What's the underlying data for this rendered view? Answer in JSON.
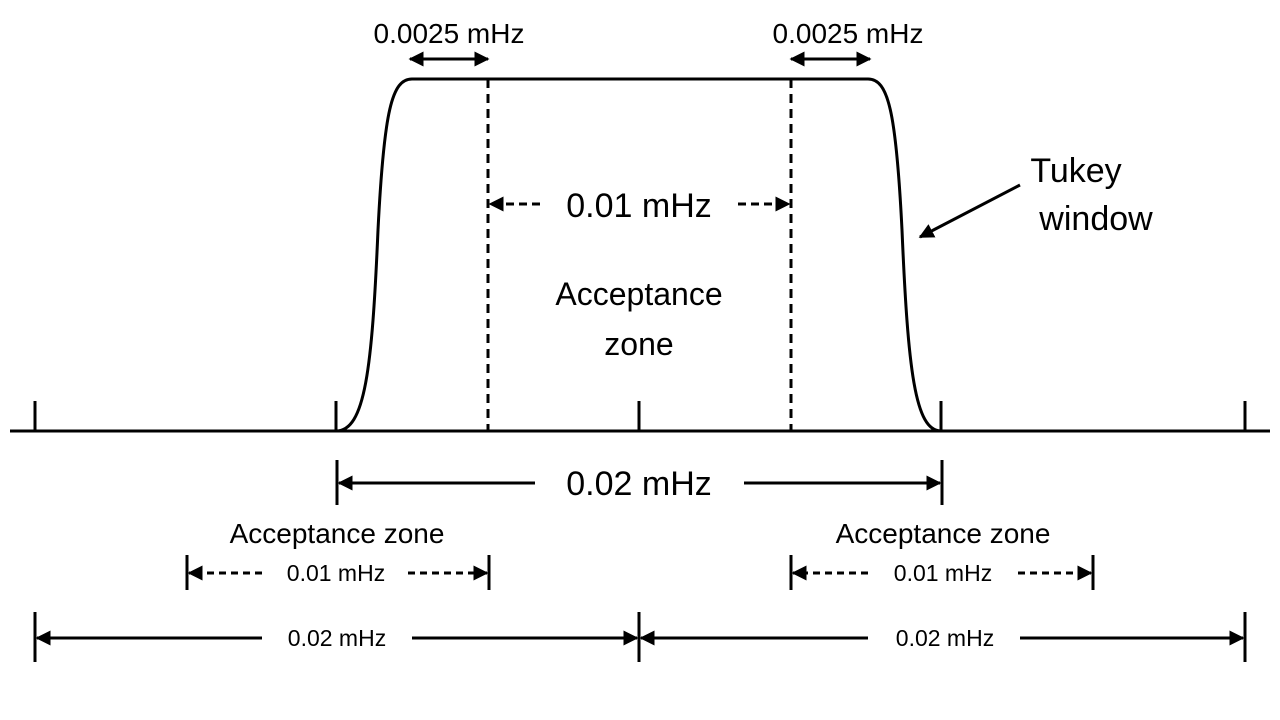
{
  "colors": {
    "ink": "#000000",
    "background": "#ffffff"
  },
  "labels": {
    "taper_left": "0.0025 mHz",
    "taper_right": "0.0025 mHz",
    "window_name_line1": "Tukey",
    "window_name_line2": "window",
    "center_zone_width": "0.01 mHz",
    "center_zone_line1": "Acceptance",
    "center_zone_line2": "zone",
    "window_width": "0.02 mHz",
    "left_zone_title": "Acceptance zone",
    "left_zone_width": "0.01 mHz",
    "right_zone_title": "Acceptance zone",
    "right_zone_width": "0.01 mHz",
    "left_window_width": "0.02 mHz",
    "right_window_width": "0.02 mHz"
  }
}
